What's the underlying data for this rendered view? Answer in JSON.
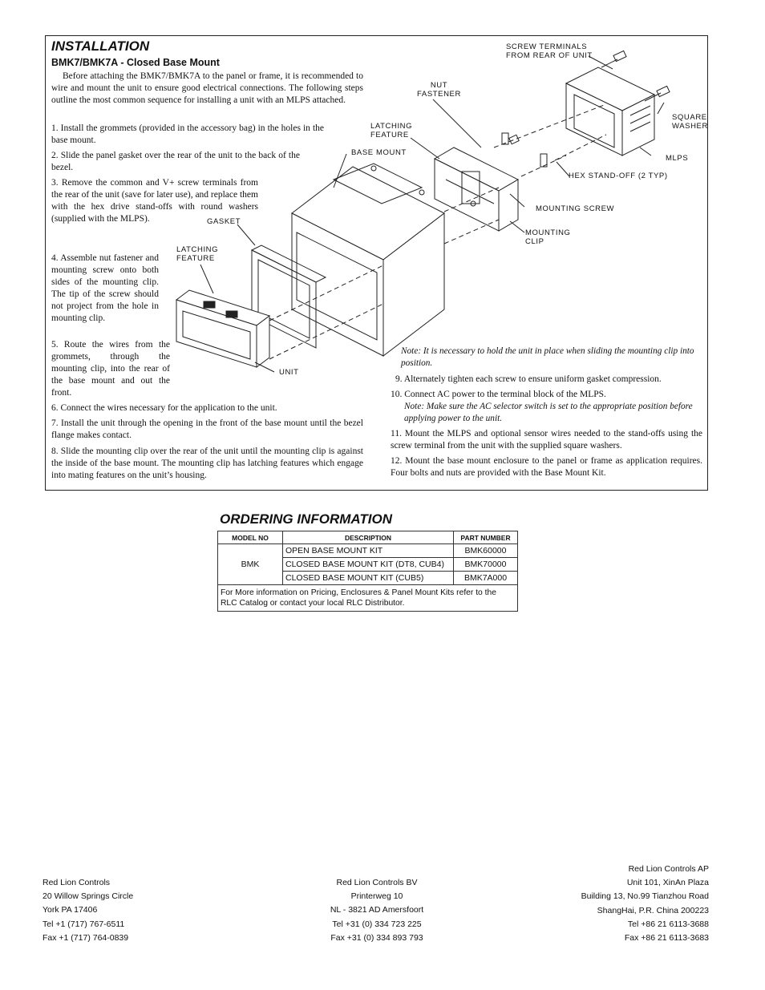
{
  "installation": {
    "title": "INSTALLATION",
    "subtitle": "BMK7/BMK7A - Closed Base Mount",
    "intro": "Before attaching the BMK7/BMK7A to the panel or frame, it is recommended to wire and mount the unit to ensure good electrical connections. The following steps outline the most common sequence for installing a unit with an MLPS attached.",
    "steps": [
      "1. Install the grommets (provided in the accessory bag) in the holes in the base mount.",
      "2. Slide the panel gasket over the rear of the unit to the back of the bezel.",
      "3. Remove the common and V+ screw terminals from the rear of the unit (save for later use), and replace them with the hex drive stand-offs with round washers (supplied with the MLPS).",
      "4. Assemble nut fastener and mounting screw onto both sides of the mounting clip. The tip of the screw should not project from the hole in mounting clip.",
      "5. Route the wires from the grommets, through the mounting clip, into the rear of the base mount and out the front.",
      "6. Connect the wires necessary for the application to the unit.",
      "7. Install the unit through the opening in the front of the base mount until the bezel flange makes contact.",
      "8. Slide the mounting clip over the rear of the unit until the mounting clip is against the inside of the base mount. The mounting clip has latching features which engage into mating features on the unit’s housing.",
      "9. Alternately tighten each screw to ensure uniform gasket compression.",
      "10. Connect AC power to the terminal block of the MLPS.",
      "11. Mount the MLPS and optional sensor wires needed to the stand-offs using the screw terminal from the unit with the supplied square washers.",
      "12. Mount the base mount enclosure to the panel or frame as application requires. Four bolts and nuts are provided with the Base Mount Kit."
    ],
    "note_mounting": "Note: It is necessary to hold the unit in place when sliding the mounting clip into position.",
    "note_ac": "Note: Make sure the AC selector switch is set to the appropriate position before applying power to the unit.",
    "callouts": {
      "screw_terminals": "SCREW TERMINALS\nFROM REAR OF UNIT",
      "nut_fastener": "NUT\nFASTENER",
      "latching_top": "LATCHING\nFEATURE",
      "base_mount": "BASE MOUNT",
      "square_washer": "SQUARE\nWASHER",
      "mlps": "MLPS",
      "hex_standoff": "HEX STAND-OFF (2 TYP)",
      "mounting_screw": "MOUNTING SCREW",
      "mounting_clip": "MOUNTING\nCLIP",
      "gasket": "GASKET",
      "latching_left": "LATCHING\nFEATURE",
      "unit": "UNIT"
    }
  },
  "ordering": {
    "title": "ORDERING INFORMATION",
    "headers": [
      "MODEL NO",
      "DESCRIPTION",
      "PART NUMBER"
    ],
    "model": "BMK",
    "rows": [
      {
        "description": "OPEN BASE MOUNT KIT",
        "part": "BMK60000"
      },
      {
        "description": "CLOSED BASE MOUNT KIT (DT8, CUB4)",
        "part": "BMK70000"
      },
      {
        "description": "CLOSED BASE MOUNT KIT (CUB5)",
        "part": "BMK7A000"
      }
    ],
    "footer": "For More information on Pricing, Enclosures & Panel Mount Kits refer to the RLC Catalog or contact your local RLC Distributor."
  },
  "addresses": [
    [
      "Red Lion Controls",
      "20 Willow Springs Circle",
      "York PA 17406",
      "Tel +1 (717) 767-6511",
      "Fax +1 (717) 764-0839"
    ],
    [
      "Red Lion Controls BV",
      "Printerweg 10",
      "NL - 3821 AD Amersfoort",
      "Tel +31 (0) 334 723 225",
      "Fax +31 (0) 334 893 793"
    ],
    [
      "Red Lion Controls AP",
      "Unit 101, XinAn Plaza",
      "Building 13, No.99 Tianzhou Road",
      "ShangHai, P.R. China 200223",
      "Tel +86 21 6113-3688",
      "Fax +86 21 6113-3683"
    ]
  ]
}
